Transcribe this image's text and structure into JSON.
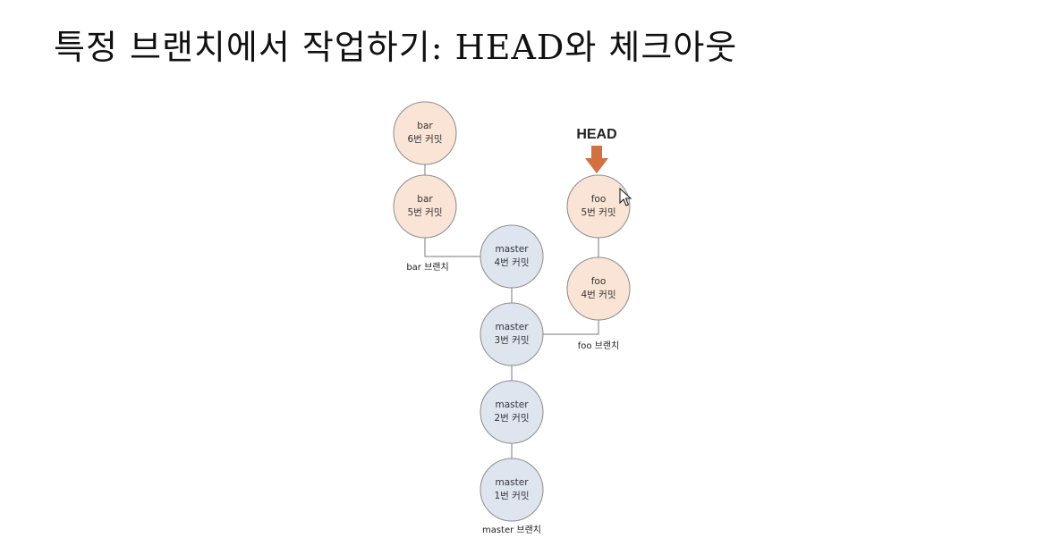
{
  "title": "특정 브랜치에서 작업하기: HEAD와 체크아웃",
  "colors": {
    "branch_fill": "#f9e4d6",
    "master_fill": "#dfe5ef",
    "node_stroke": "#8c8c8c",
    "head_arrow": "#d3703f"
  },
  "head_label": "HEAD",
  "commits": {
    "bar6": {
      "branch": "bar",
      "label": "6번 커밋"
    },
    "bar5": {
      "branch": "bar",
      "label": "5번 커밋"
    },
    "foo5": {
      "branch": "foo",
      "label": "5번 커밋"
    },
    "foo4": {
      "branch": "foo",
      "label": "4번 커밋"
    },
    "m4": {
      "branch": "master",
      "label": "4번 커밋"
    },
    "m3": {
      "branch": "master",
      "label": "3번 커밋"
    },
    "m2": {
      "branch": "master",
      "label": "2번 커밋"
    },
    "m1": {
      "branch": "master",
      "label": "1번 커밋"
    }
  },
  "branch_labels": {
    "bar": "bar 브랜치",
    "foo": "foo 브랜치",
    "master": "master 브랜치"
  }
}
